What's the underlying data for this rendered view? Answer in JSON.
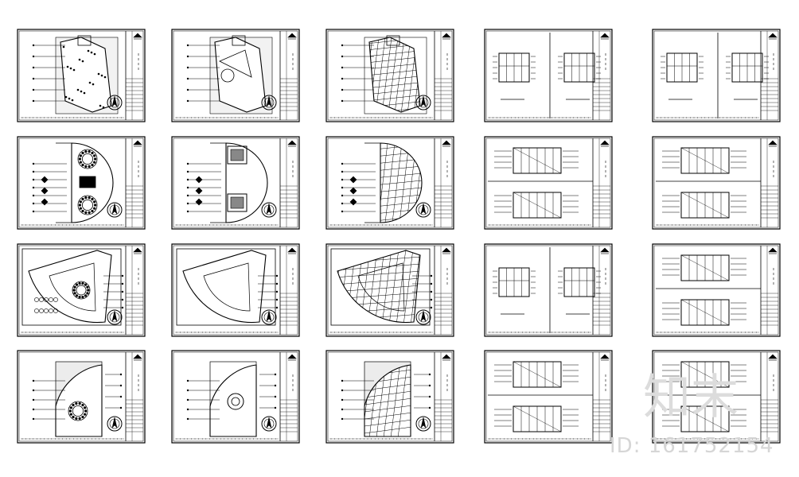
{
  "image": {
    "background": "#ffffff",
    "line_color": "#000000",
    "sheet_layout": {
      "rows": 4,
      "columns": 5
    },
    "sheets": [
      {
        "kind": "plan-dots"
      },
      {
        "kind": "plan-wedge"
      },
      {
        "kind": "plan-grid"
      },
      {
        "kind": "elevation-twin"
      },
      {
        "kind": "elevation-twin"
      },
      {
        "kind": "plan-semicircle-ornate"
      },
      {
        "kind": "plan-semicircle-rooms"
      },
      {
        "kind": "plan-semicircle-grid"
      },
      {
        "kind": "elevation-stack"
      },
      {
        "kind": "elevation-stack"
      },
      {
        "kind": "plan-fan-ornate"
      },
      {
        "kind": "plan-fan-outline"
      },
      {
        "kind": "plan-fan-grid"
      },
      {
        "kind": "elevation-twin"
      },
      {
        "kind": "elevation-stack"
      },
      {
        "kind": "plan-quarter-ornate"
      },
      {
        "kind": "plan-quarter-rooms"
      },
      {
        "kind": "plan-quarter-grid"
      },
      {
        "kind": "elevation-stack"
      },
      {
        "kind": "elevation-stack"
      }
    ]
  },
  "watermark": {
    "logo_text": "知末",
    "id_text": "ID: 161752154",
    "color": "#d6d6d6"
  }
}
